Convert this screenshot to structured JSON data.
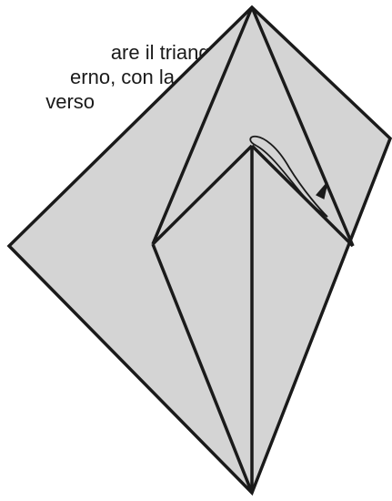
{
  "instruction": {
    "lines": [
      "are il triangolo",
      "erno, con la",
      "verso"
    ]
  },
  "colors": {
    "paper_fill": "#d4d4d4",
    "fold_lines": "#1a1a1a",
    "text": "#1a1a1a"
  },
  "icons": {
    "fold_arrow": "curved-fold-arrow-icon"
  }
}
